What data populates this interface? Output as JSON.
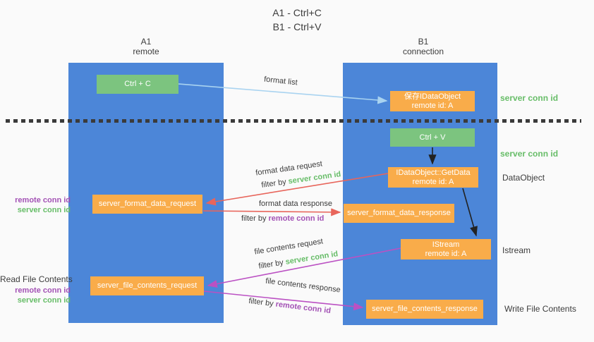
{
  "title": {
    "line1": "A1 - Ctrl+C",
    "line2": "B1 - Ctrl+V"
  },
  "lanes": {
    "a": {
      "name": "A1",
      "subtitle": "remote"
    },
    "b": {
      "name": "B1",
      "subtitle": "connection"
    }
  },
  "nodes": {
    "ctrl_c": {
      "label": "Ctrl + C"
    },
    "save_idataobject": {
      "line1": "保存IDataObject",
      "line2": "remote id: A"
    },
    "ctrl_v": {
      "label": "Ctrl + V"
    },
    "getdata": {
      "line1": "IDataObject::GetData",
      "line2": "remote id: A"
    },
    "format_request": {
      "label": "server_format_data_request"
    },
    "format_response": {
      "label": "server_format_data_response"
    },
    "istream": {
      "line1": "IStream",
      "line2": "remote id: A"
    },
    "file_request": {
      "label": "server_file_contents_request"
    },
    "file_response": {
      "label": "server_file_contents_response"
    }
  },
  "messages": {
    "format_list": "format list",
    "format_data_request": "format data request",
    "format_data_response": "format data response",
    "file_contents_request": "file contents request",
    "file_contents_response": "file contents response",
    "filter_by": "filter by",
    "server_conn_id": "server conn id",
    "remote_conn_id": "remote conn id"
  },
  "side_labels": {
    "left": {
      "remote_conn_id": "remote conn id",
      "server_conn_id": "server conn id",
      "read_file_contents": "Read File Contents"
    },
    "right": {
      "server_conn_id": "server conn id",
      "dataobject": "DataObject",
      "istream": "Istream",
      "write_file_contents": "Write File Contents"
    }
  },
  "colors": {
    "background": "#fafafa",
    "lane_blue": "#4c86d8",
    "node_green": "#7cc47f",
    "node_orange": "#f9ac4a",
    "text_dark": "#3c3c3c",
    "text_green": "#67bd68",
    "text_purple": "#a352b5",
    "arrow_red": "#e8655b",
    "arrow_purple": "#bb51c3",
    "arrow_light_blue": "#a9d3f0",
    "arrow_black": "#222222"
  }
}
